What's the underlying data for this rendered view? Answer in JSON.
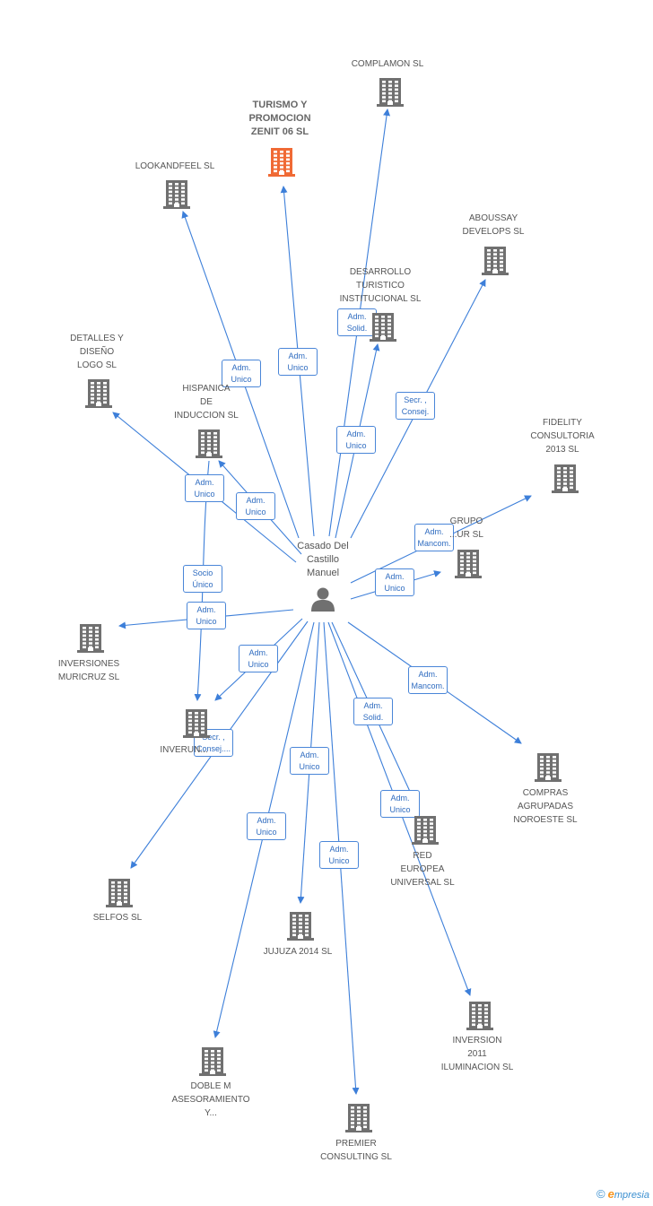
{
  "center": {
    "name_lines": [
      "Casado Del",
      "Castillo",
      "Manuel"
    ],
    "icon": "person-icon"
  },
  "colors": {
    "edge": "#3d7fd9",
    "building": "#707070",
    "focus_building": "#f06a35"
  },
  "nodes": [
    {
      "id": "complamon",
      "lines": [
        "COMPLAMON SL"
      ],
      "icon": "building-icon"
    },
    {
      "id": "turismo",
      "lines": [
        "TURISMO Y",
        "PROMOCION",
        "ZENIT 06 SL"
      ],
      "icon": "building-icon",
      "focus": true
    },
    {
      "id": "lookandfeel",
      "lines": [
        "LOOKANDFEEL SL"
      ],
      "icon": "building-icon"
    },
    {
      "id": "aboussay",
      "lines": [
        "ABOUSSAY",
        "DEVELOPS SL"
      ],
      "icon": "building-icon"
    },
    {
      "id": "desarrollo",
      "lines": [
        "DESARROLLO",
        "TURISTICO",
        "INSTITUCIONAL SL"
      ],
      "icon": "building-icon"
    },
    {
      "id": "detalles",
      "lines": [
        "DETALLES Y",
        "DISEÑO",
        "LOGO SL"
      ],
      "icon": "building-icon"
    },
    {
      "id": "hispanica",
      "lines": [
        "HISPANICA",
        "DE",
        "INDUCCION SL"
      ],
      "icon": "building-icon"
    },
    {
      "id": "fidelity",
      "lines": [
        "FIDELITY",
        "CONSULTORIA",
        "2013  SL"
      ],
      "icon": "building-icon"
    },
    {
      "id": "grupo",
      "lines": [
        "GRUPO",
        "...UR SL"
      ],
      "icon": "building-icon"
    },
    {
      "id": "muricruz",
      "lines": [
        "INVERSIONES",
        "MURICRUZ SL"
      ],
      "icon": "building-icon"
    },
    {
      "id": "inverun",
      "lines": [
        "INVERUN..."
      ],
      "icon": "building-icon"
    },
    {
      "id": "compras",
      "lines": [
        "COMPRAS",
        "AGRUPADAS",
        "NOROESTE  SL"
      ],
      "icon": "building-icon"
    },
    {
      "id": "red",
      "lines": [
        "RED",
        "EUROPEA",
        "UNIVERSAL  SL"
      ],
      "icon": "building-icon"
    },
    {
      "id": "selfos",
      "lines": [
        "SELFOS SL"
      ],
      "icon": "building-icon"
    },
    {
      "id": "jujuza",
      "lines": [
        "JUJUZA 2014  SL"
      ],
      "icon": "building-icon"
    },
    {
      "id": "inversion2011",
      "lines": [
        "INVERSION",
        "2011",
        "ILUMINACION SL"
      ],
      "icon": "building-icon"
    },
    {
      "id": "doblem",
      "lines": [
        "DOBLE M",
        "ASESORAMIENTO",
        "Y..."
      ],
      "icon": "building-icon"
    },
    {
      "id": "premier",
      "lines": [
        "PREMIER",
        "CONSULTING SL"
      ],
      "icon": "building-icon"
    }
  ],
  "edges": [
    {
      "target": "complamon",
      "label": [
        "Adm.",
        "Solid."
      ]
    },
    {
      "target": "turismo",
      "label": [
        "Adm.",
        "Unico"
      ]
    },
    {
      "target": "lookandfeel",
      "label": [
        "Adm.",
        "Unico"
      ]
    },
    {
      "target": "aboussay",
      "label": [
        "Secr. ,",
        "Consej."
      ]
    },
    {
      "target": "desarrollo",
      "label": [
        "Adm.",
        "Unico"
      ]
    },
    {
      "target": "detalles",
      "label": [
        "Adm.",
        "Unico"
      ]
    },
    {
      "target": "hispanica",
      "label": [
        "Adm.",
        "Unico"
      ]
    },
    {
      "target": "fidelity",
      "label": [
        "Adm.",
        "Mancom."
      ]
    },
    {
      "target": "grupo",
      "label": [
        "Adm.",
        "Unico"
      ]
    },
    {
      "target": "muricruz",
      "label": [
        "Adm.",
        "Unico"
      ]
    },
    {
      "target": "inverun",
      "label": [
        "Adm.",
        "Unico"
      ]
    },
    {
      "target": "inverun",
      "label": [
        "Socio",
        "Único"
      ],
      "from_hispanica": true
    },
    {
      "target": "selfos",
      "label": [
        "Secr. ,",
        "Consej...."
      ]
    },
    {
      "target": "compras",
      "label": [
        "Adm.",
        "Mancom."
      ]
    },
    {
      "target": "red",
      "label": [
        "Adm.",
        "Unico"
      ]
    },
    {
      "target": "inversion2011",
      "label": [
        "Adm.",
        "Solid."
      ]
    },
    {
      "target": "jujuza",
      "label": [
        "Adm.",
        "Unico"
      ]
    },
    {
      "target": "doblem",
      "label": [
        "Adm.",
        "Unico"
      ]
    },
    {
      "target": "premier",
      "label": [
        "Adm.",
        "Unico"
      ]
    }
  ],
  "brand": {
    "copyright": "©",
    "e": "e",
    "rest": "mpresia"
  }
}
